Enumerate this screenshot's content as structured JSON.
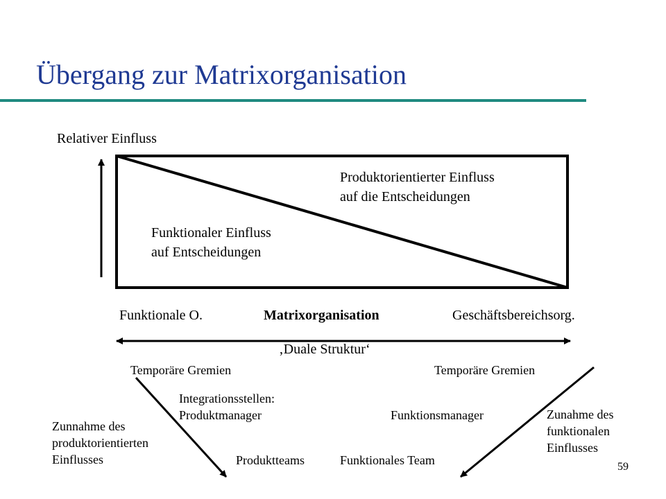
{
  "slide": {
    "title": "Übergang zur Matrixorganisation",
    "page_number": "59"
  },
  "diagram": {
    "y_axis_label": "Relativer Einfluss",
    "upper_region": [
      "Produktorientierter Einfluss",
      "auf die Entscheidungen"
    ],
    "lower_region": [
      "Funktionaler Einfluss",
      "auf Entscheidungen"
    ],
    "scale": {
      "left": "Funktionale O.",
      "center": "Matrixorganisation",
      "right": "Geschäftsbereichsorg."
    },
    "dual_structure": "‚Duale Struktur‘",
    "left_branch": {
      "top": "Temporäre Gremien",
      "middle": [
        "Integrationsstellen:",
        "Produktmanager"
      ],
      "bottom": "Produktteams",
      "trend": [
        "Zunnahme des",
        "produktorientierten",
        "Einflusses"
      ]
    },
    "right_branch": {
      "top": "Temporäre Gremien",
      "middle": "Funktionsmanager",
      "bottom": "Funktionales Team",
      "trend": [
        "Zunahme des",
        "funktionalen",
        "Einflusses"
      ]
    }
  },
  "colors": {
    "title": "#1f3a93",
    "rule": "#1f8a80"
  }
}
